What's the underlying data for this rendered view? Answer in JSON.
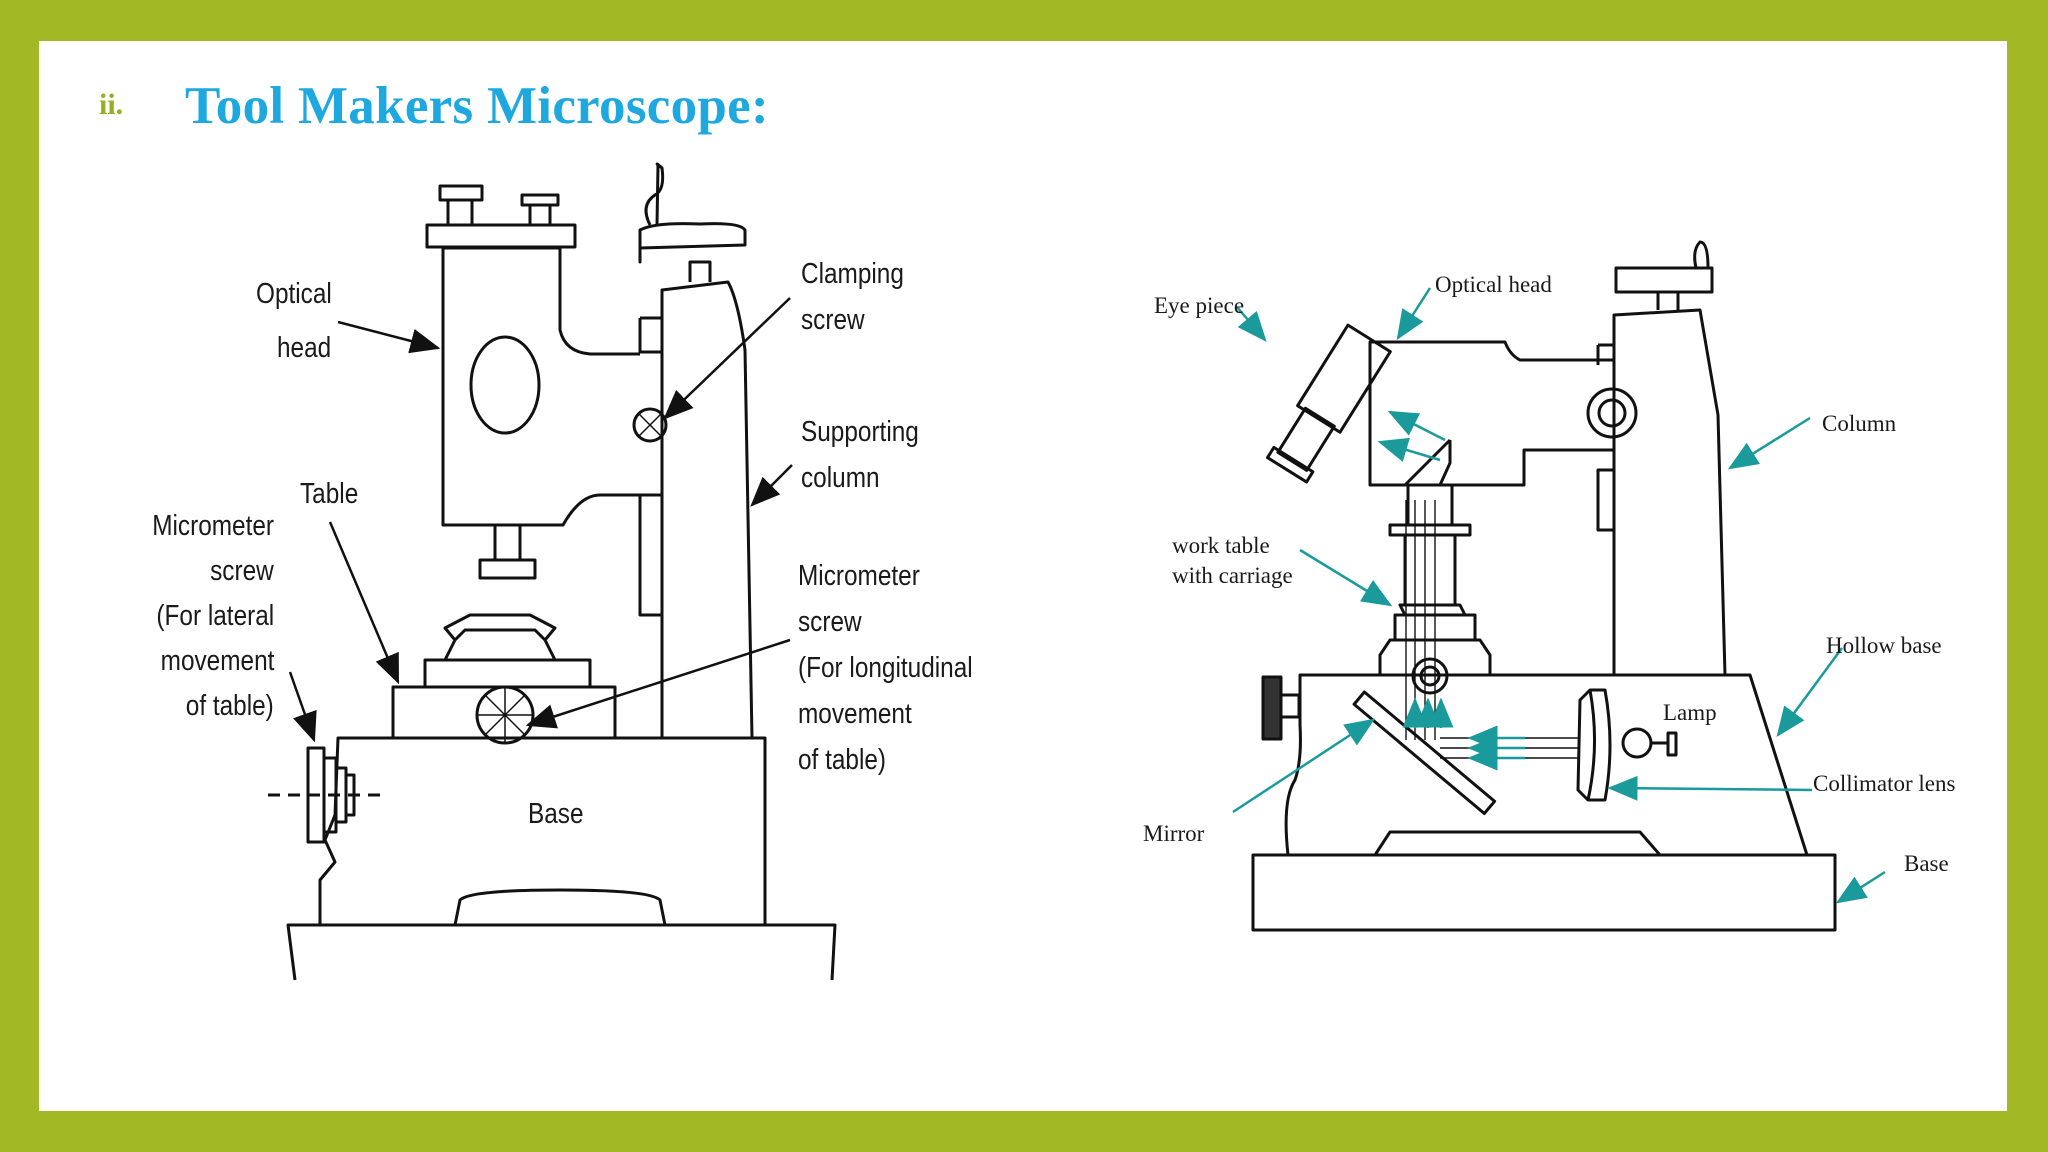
{
  "slide": {
    "number": "ii.",
    "title": "Tool Makers Microscope:"
  },
  "diagram_left": {
    "labels": {
      "optical_head": [
        "Optical",
        "head"
      ],
      "clamping_screw": [
        "Clamping",
        "screw"
      ],
      "supporting_column": [
        "Supporting",
        "column"
      ],
      "table": "Table",
      "micrometer_lateral": [
        "Micrometer",
        "screw",
        "(For lateral",
        "movement",
        "of table)"
      ],
      "micrometer_longitudinal": [
        "Micrometer",
        "screw",
        "(For longitudinal",
        "movement",
        "of table)"
      ],
      "base": "Base"
    }
  },
  "diagram_right": {
    "labels": {
      "eye_piece": "Eye piece",
      "optical_head": "Optical head",
      "column": "Column",
      "work_table": [
        "work table",
        "with carriage"
      ],
      "hollow_base": "Hollow base",
      "lamp": "Lamp",
      "collimator_lens": "Collimator lens",
      "mirror": "Mirror",
      "base": "Base"
    },
    "arrow_color": "#1a9a9a"
  },
  "colors": {
    "frame": "#a2b824",
    "title": "#1ea8e0",
    "number": "#93b023"
  }
}
